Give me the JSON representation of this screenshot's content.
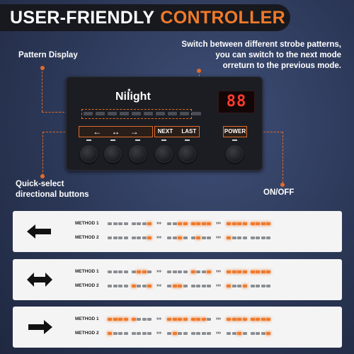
{
  "title": {
    "part1": "USER-FRIENDLY",
    "part2": "CONTROLLER"
  },
  "callouts": {
    "pattern_display": "Pattern Display",
    "switch_line1": "Switch between different strobe patterns,",
    "switch_line2": "you can switch to the next mode",
    "switch_line3": "orreturn to the previous mode.",
    "quick_line1": "Quick-select",
    "quick_line2": "directional buttons",
    "onoff": "ON/OFF"
  },
  "controller": {
    "brand": "Nilight",
    "display": "88",
    "buttons": {
      "next": "NEXT",
      "last": "LAST",
      "power": "POWER"
    },
    "left_arrow": "←",
    "both_arrow": "↔",
    "right_arrow": "→"
  },
  "panels": [
    {
      "direction": "left",
      "methods": [
        "METHOD 1",
        "METHOD 2"
      ]
    },
    {
      "direction": "both",
      "methods": [
        "METHOD 1",
        "METHOD 2"
      ]
    },
    {
      "direction": "right",
      "methods": [
        "METHOD 1",
        "METHOD 2"
      ]
    }
  ],
  "separator": "›››",
  "colors": {
    "accent": "#f07a2a",
    "background": "#2b3756",
    "device": "#1b1d22"
  }
}
